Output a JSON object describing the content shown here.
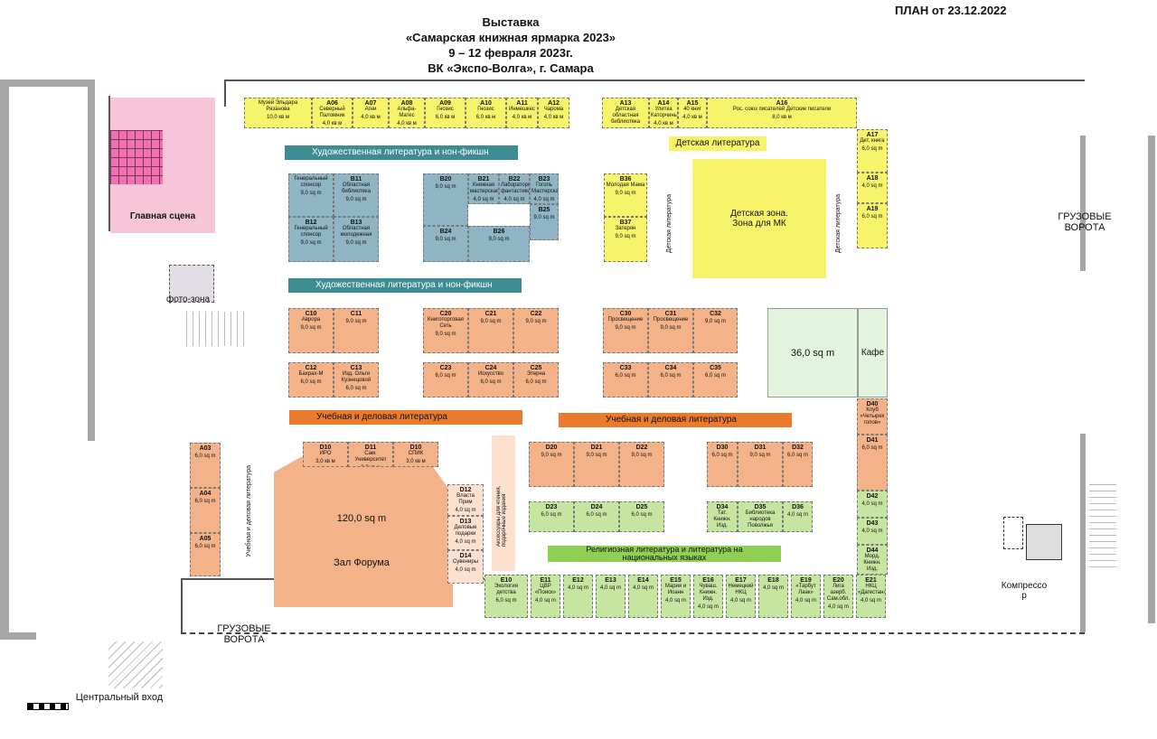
{
  "header": {
    "title": "Выставка\n«Самарская книжная ярмарка 2023»\n9 – 12 февраля 2023г.\nВК «Экспо-Волга», г. Самара",
    "plan_label": "ПЛАН от 23.12.2022"
  },
  "zones": {
    "main_stage": "Главная сцена",
    "photo_zone": "фото-зона",
    "kids_zone": "Детская зона.\nЗона для МК",
    "cafe_area": "36,0 sq m",
    "cafe": "Кафе",
    "forum_area": "120,0 sq m",
    "forum_hall": "Зал Форума",
    "cargo_gate_right": "ГРУЗОВЫЕ\nВОРОТА",
    "cargo_gate_bottom": "ГРУЗОВЫЕ\nВОРОТА",
    "compressor": "Компрессо\nр",
    "central_entrance": "Центральный вход"
  },
  "sections": {
    "fiction_top": "Художественная литература и нон-фикшн",
    "fiction_mid": "Художественная литература и нон-фикшн",
    "kids_lit": "Детская литература",
    "edu_left": "Учебная и деловая литература",
    "edu_right": "Учебная и деловая литература",
    "religious": "Религиозная литература и литература на\nнациональных языках",
    "edu_vertical": "Учебная и деловая литература",
    "accessories": "Аксессуары для чтения, подарочные издания",
    "kids_vertical_1": "Детская литература",
    "kids_vertical_2": "Детская литература"
  },
  "booths_a_top": [
    {
      "code": "",
      "name": "Музей Эльдара Рязанова",
      "area": "10,0 кв м"
    },
    {
      "code": "A06",
      "name": "Северный Паломник",
      "area": "4,0 кв м"
    },
    {
      "code": "A07",
      "name": "Агни",
      "area": "4,0 кв м"
    },
    {
      "code": "A08",
      "name": "Альфа-Матес",
      "area": "4,0 кв м"
    },
    {
      "code": "A09",
      "name": "Гнозис",
      "area": "6,0 кв м"
    },
    {
      "code": "A10",
      "name": "Гнозис",
      "area": "6,0 кв м"
    },
    {
      "code": "A11",
      "name": "Инмешкес",
      "area": "4,0 кв м"
    },
    {
      "code": "A12",
      "name": "Чарома",
      "area": "4,0 кв м"
    }
  ],
  "booths_a_top_right": [
    {
      "code": "A13",
      "name": "Детская областная библиотека",
      "area": "6,0 кв м"
    },
    {
      "code": "A14",
      "name": "Улитка Каторчины",
      "area": "4,0 кв м"
    },
    {
      "code": "A15",
      "name": "40 книг",
      "area": "4,0 кв м"
    },
    {
      "code": "A16",
      "name": "Рос. союз писателей Детские писатели",
      "area": "8,0 кв м"
    }
  ],
  "booths_a_right": [
    {
      "code": "A17",
      "name": "Дет. книга",
      "area": "6,0 sq m"
    },
    {
      "code": "A18",
      "name": "",
      "area": "4,0 sq m"
    },
    {
      "code": "A19",
      "name": "",
      "area": "6,0 sq m"
    }
  ],
  "booths_a_left": [
    {
      "code": "A03",
      "name": "",
      "area": "6,0 sq m"
    },
    {
      "code": "A04",
      "name": "",
      "area": "6,0 sq m"
    },
    {
      "code": "A05",
      "name": "",
      "area": "6,0 sq m"
    }
  ],
  "booths_b_left": [
    {
      "code": "",
      "name": "Генеральный спонсор",
      "area": "9,0 sq m"
    },
    {
      "code": "B11",
      "name": "Областная библиотека",
      "area": "9,0 sq m"
    },
    {
      "code": "B12",
      "name": "Генеральный спонсор",
      "area": "9,0 sq m"
    },
    {
      "code": "B13",
      "name": "Областная молодежная",
      "area": "9,0 sq m"
    }
  ],
  "booths_b_mid": [
    {
      "code": "B20",
      "name": "",
      "area": "9,0 sq m"
    },
    {
      "code": "B21",
      "name": "Книжная мастерская",
      "area": "4,0 sq m"
    },
    {
      "code": "B22",
      "name": "Лаборатория фантастики",
      "area": "4,0 sq m"
    },
    {
      "code": "B23",
      "name": "Гоголь Мастерская",
      "area": "4,0 sq m"
    },
    {
      "code": "B24",
      "name": "",
      "area": "9,0 sq m"
    },
    {
      "code": "B25",
      "name": "",
      "area": "9,0 sq m"
    },
    {
      "code": "B26",
      "name": "",
      "area": "9,0 sq m"
    }
  ],
  "booths_b_right": [
    {
      "code": "B36",
      "name": "Молодая Мама",
      "area": "9,0 sq m"
    },
    {
      "code": "B37",
      "name": "Затерян",
      "area": "9,0 sq m"
    }
  ],
  "booths_c": [
    {
      "code": "C10",
      "name": "Аврора",
      "area": "9,0 sq m"
    },
    {
      "code": "C11",
      "name": "",
      "area": "9,0 sq m"
    },
    {
      "code": "C12",
      "name": "Бахрах-М",
      "area": "6,0 sq m"
    },
    {
      "code": "C13",
      "name": "Изд. Ольги Кузнецовой",
      "area": "6,0 sq m"
    },
    {
      "code": "C20",
      "name": "Книготорговая Сеть",
      "area": "9,0 sq m"
    },
    {
      "code": "C21",
      "name": "",
      "area": "9,0 sq m"
    },
    {
      "code": "C22",
      "name": "",
      "area": "9,0 sq m"
    },
    {
      "code": "C23",
      "name": "",
      "area": "6,0 sq m"
    },
    {
      "code": "C24",
      "name": "Искусство",
      "area": "6,0 sq m"
    },
    {
      "code": "C25",
      "name": "Этерна",
      "area": "6,0 sq m"
    },
    {
      "code": "C30",
      "name": "Просвещение",
      "area": "9,0 sq m"
    },
    {
      "code": "C31",
      "name": "Просвещение",
      "area": "9,0 sq m"
    },
    {
      "code": "C32",
      "name": "",
      "area": "9,0 sq m"
    },
    {
      "code": "C33",
      "name": "",
      "area": "6,0 sq m"
    },
    {
      "code": "C34",
      "name": "",
      "area": "6,0 sq m"
    },
    {
      "code": "C35",
      "name": "",
      "area": "6,0 sq m"
    }
  ],
  "booths_d": [
    {
      "code": "D10",
      "name": "ИРО",
      "area": "3,0 кв м"
    },
    {
      "code": "D11",
      "name": "Сам. Университет",
      "area": "3,0 кв м"
    },
    {
      "code": "D10",
      "name": "СПИК",
      "area": "3,0 кв м"
    },
    {
      "code": "D12",
      "name": "Власта Прим",
      "area": "4,0 sq m"
    },
    {
      "code": "D13",
      "name": "Деловые подарки",
      "area": "4,0 sq m"
    },
    {
      "code": "D14",
      "name": "Сувениры",
      "area": "4,0 sq m"
    },
    {
      "code": "D20",
      "name": "",
      "area": "9,0 sq m"
    },
    {
      "code": "D21",
      "name": "",
      "area": "9,0 sq m"
    },
    {
      "code": "D22",
      "name": "",
      "area": "9,0 sq m"
    },
    {
      "code": "D23",
      "name": "",
      "area": "6,0 sq m"
    },
    {
      "code": "D24",
      "name": "",
      "area": "6,0 sq m"
    },
    {
      "code": "D25",
      "name": "",
      "area": "6,0 sq m"
    },
    {
      "code": "D30",
      "name": "",
      "area": "6,0 sq m"
    },
    {
      "code": "D31",
      "name": "",
      "area": "9,0 sq m"
    },
    {
      "code": "D32",
      "name": "",
      "area": "6,0 sq m"
    },
    {
      "code": "D34",
      "name": "Тат. Книжн. Изд.",
      "area": "4,0 sq m"
    },
    {
      "code": "D35",
      "name": "Библиотека народов Поволжья",
      "area": "6,0 sq m"
    },
    {
      "code": "D36",
      "name": "",
      "area": "4,0 sq m"
    },
    {
      "code": "D40",
      "name": "Клуб «Четырех голов»",
      "area": ""
    },
    {
      "code": "D41",
      "name": "",
      "area": "6,0 sq m"
    },
    {
      "code": "D42",
      "name": "",
      "area": "4,0 sq m"
    },
    {
      "code": "D43",
      "name": "",
      "area": "4,0 sq m"
    },
    {
      "code": "D44",
      "name": "Морд. Книжн. Изд.",
      "area": ""
    }
  ],
  "booths_e": [
    {
      "code": "E10",
      "name": "Экология детства",
      "area": "6,0 sq m"
    },
    {
      "code": "E11",
      "name": "ЦВР «Поиск»",
      "area": "4,0 sq m"
    },
    {
      "code": "E12",
      "name": "",
      "area": "4,0 sq m"
    },
    {
      "code": "E13",
      "name": "",
      "area": "4,0 sq m"
    },
    {
      "code": "E14",
      "name": "",
      "area": "4,0 sq m"
    },
    {
      "code": "E15",
      "name": "Мария и Иоанн",
      "area": "4,0 sq m"
    },
    {
      "code": "E16",
      "name": "Чуваш. Книжн. Изд.",
      "area": "4,0 sq m"
    },
    {
      "code": "E17",
      "name": "Немецкий НКЦ",
      "area": "4,0 sq m"
    },
    {
      "code": "E18",
      "name": "",
      "area": "4,0 sq m"
    },
    {
      "code": "E19",
      "name": "«Тарбут Лаак»",
      "area": "4,0 sq m"
    },
    {
      "code": "E20",
      "name": "Лига азерб. Сам.обл.",
      "area": "4,0 sq m"
    },
    {
      "code": "E21",
      "name": "НКЦ «Дагестан»",
      "area": "4,0 sq m"
    }
  ]
}
